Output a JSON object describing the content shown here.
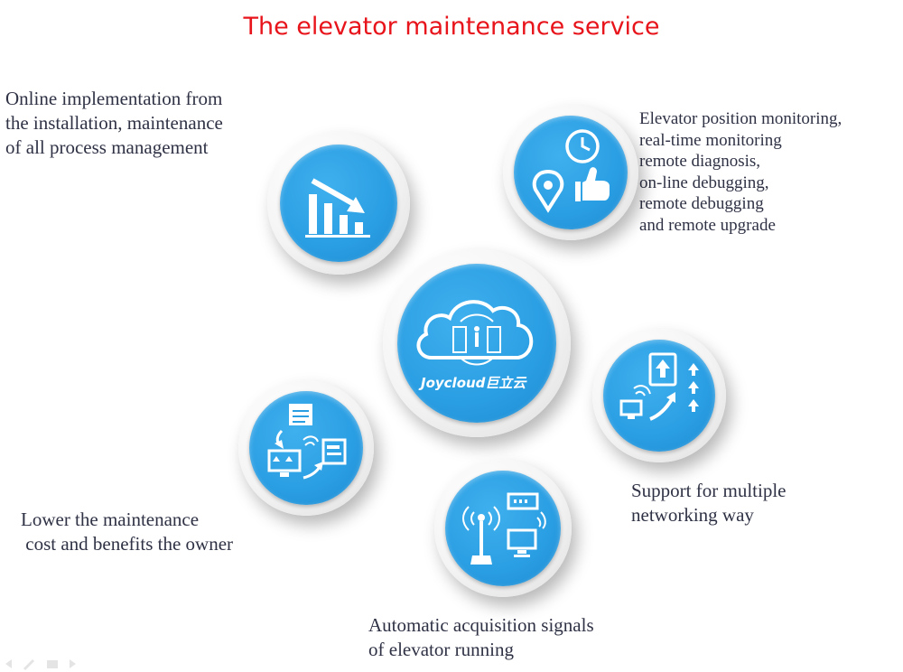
{
  "title": "The elevator maintenance service",
  "center": {
    "brand_label": "Joycloud巨立云"
  },
  "captions": {
    "top_left": "Online implementation from\nthe installation, maintenance\nof all process management",
    "top_right": "Elevator position monitoring,\nreal-time monitoring\nremote diagnosis,\non-line debugging,\nremote debugging\nand remote upgrade",
    "mid_right": "Support for multiple\nnetworking way",
    "bottom_left": "Lower the maintenance\n cost and benefits the owner",
    "bottom": "Automatic acquisition signals\nof elevator running"
  },
  "colors": {
    "title": "#e8141b",
    "disc": "#2a9ee3",
    "text": "#2f3245"
  },
  "icons": {
    "top_left": "declining-bar-chart-icon",
    "top_right": "clock-location-thumbs-up-icon",
    "center": "cloud-elevator-icon",
    "mid_right": "upload-arrows-icon",
    "bottom_left": "document-transfer-icon",
    "bottom": "antenna-monitor-icon"
  }
}
